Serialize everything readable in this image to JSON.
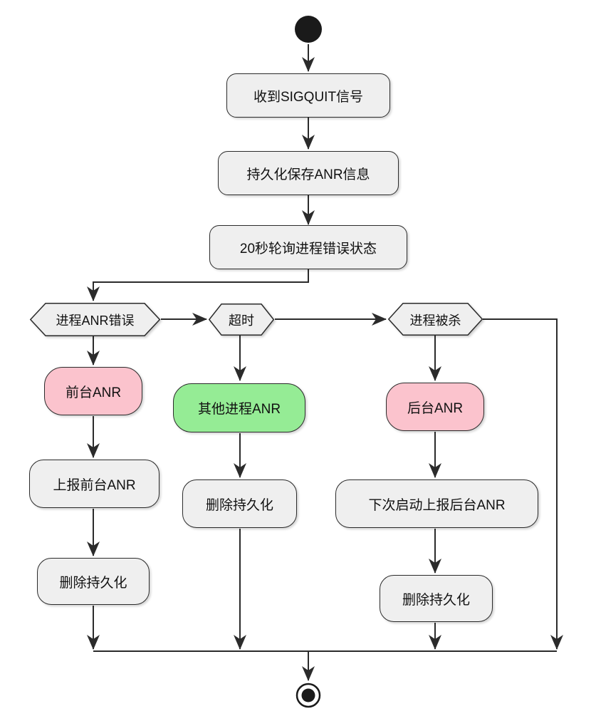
{
  "colors": {
    "background": "#FFFFFF",
    "activity_fill": "#EFEFEF",
    "border": "#2B2B2B",
    "line": "#2B2B2B",
    "foreground_anr_fill": "#FBC3CD",
    "other_process_anr_fill": "#95EC95",
    "background_anr_fill": "#FBC3CD"
  },
  "activities": {
    "receive_sigquit": "收到SIGQUIT信号",
    "persist_anr_info": "持久化保存ANR信息",
    "poll_process_error_20s": "20秒轮询进程错误状态",
    "foreground_anr": "前台ANR",
    "other_process_anr": "其他进程ANR",
    "background_anr": "后台ANR",
    "report_foreground_anr": "上报前台ANR",
    "delete_persistence_timeout": "删除持久化",
    "report_background_anr_next_launch": "下次启动上报后台ANR",
    "delete_persistence_foreground": "删除持久化",
    "delete_persistence_background": "删除持久化"
  },
  "conditions": {
    "process_anr_error": "进程ANR错误",
    "timeout": "超时",
    "process_killed": "进程被杀"
  }
}
